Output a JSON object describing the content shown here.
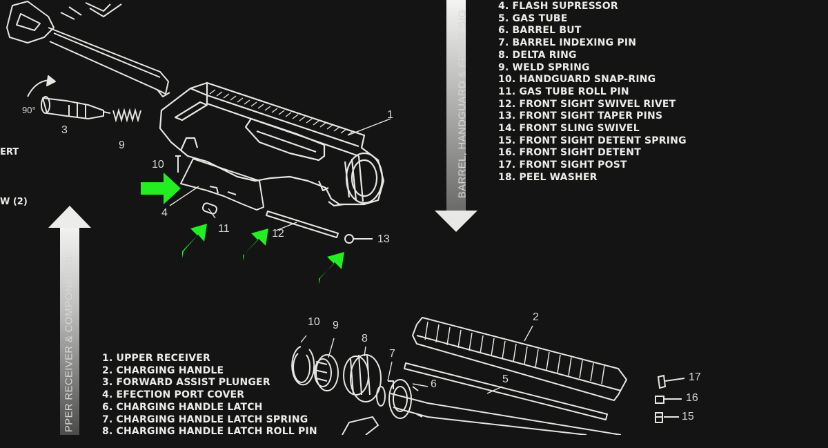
{
  "barrel_section": {
    "vertical_label": "BARREL, HANDGUARD & FRONT SIG",
    "parts": [
      "4. FLASH SUPRESSOR",
      "5. GAS TUBE",
      "6. BARREL BUT",
      "7. BARREL INDEXING PIN",
      "8. DELTA RING",
      "9. WELD SPRING",
      "10. HANDGUARD SNAP-RING",
      "11. GAS TUBE ROLL PIN",
      "12. FRONT SIGHT SWIVEL RIVET",
      "13. FRONT SIGHT TAPER PINS",
      "14. FRONT SLING SWIVEL",
      "15. FRONT SIGHT DETENT SPRING",
      "16. FRONT SIGHT DETENT",
      "17. FRONT SIGHT POST",
      "18. PEEL WASHER"
    ]
  },
  "upper_section": {
    "vertical_label": "PPER RECEIVER & COMPONENTS",
    "parts": [
      "1. UPPER RECEIVER",
      "2. CHARGING HANDLE",
      "3. FORWARD ASSIST PLUNGER",
      "4. EFECTION PORT COVER",
      "6. CHARGING HANDLE LATCH",
      "7. CHARGING HANDLE LATCH SPRING",
      "8. CHARGING HANDLE LATCH ROLL PIN"
    ]
  },
  "cut_off_texts": [
    "ERT",
    "W (2)"
  ],
  "diagram_callouts": {
    "rotation": "90°",
    "upper": [
      "1",
      "3",
      "4",
      "9",
      "10",
      "11",
      "12",
      "13"
    ],
    "barrel": [
      "2",
      "5",
      "6",
      "7",
      "8",
      "9",
      "10",
      "15",
      "16",
      "17"
    ]
  },
  "colors": {
    "background": "#141414",
    "line_art": "#e6e6e3",
    "marker_arrows": "#22ee22",
    "direction_arrows": "#e4e4e2"
  }
}
